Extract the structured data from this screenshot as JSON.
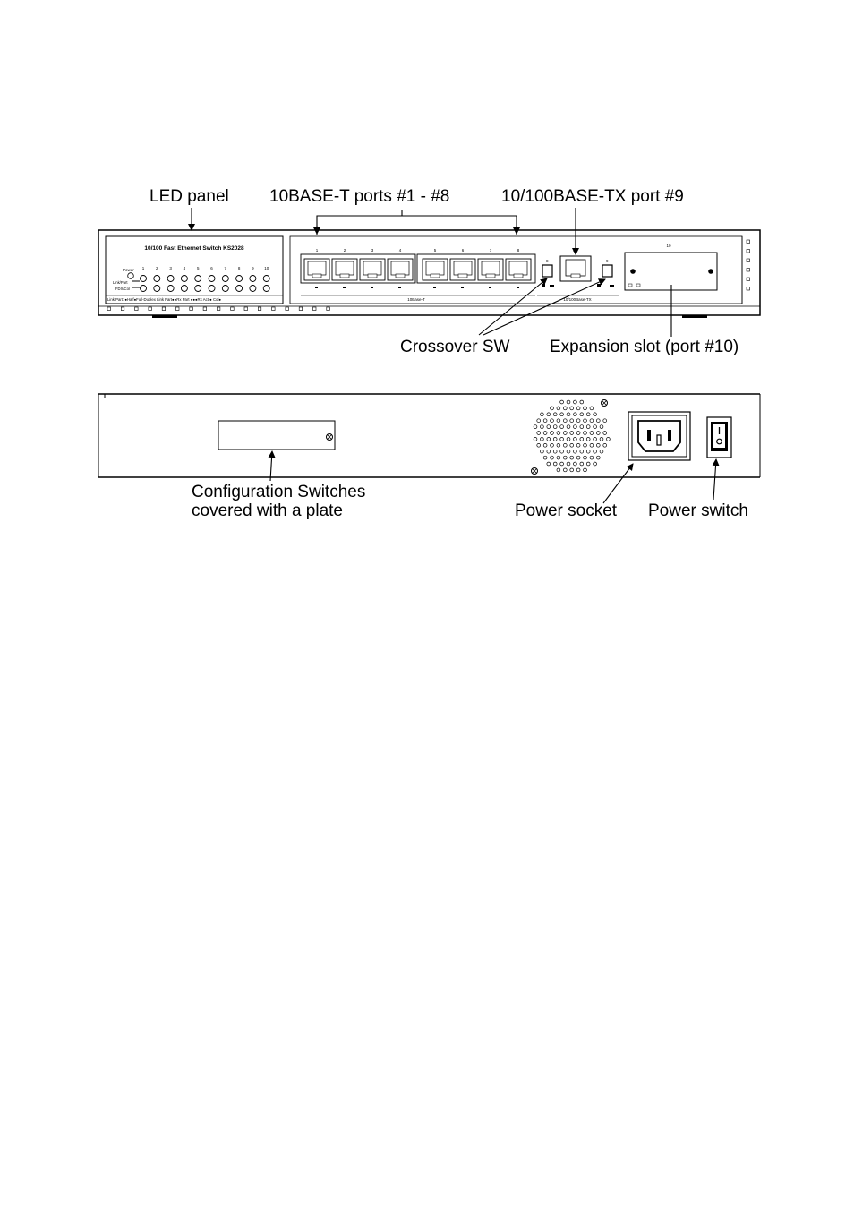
{
  "callouts": {
    "led_panel": "LED panel",
    "ports_1_8": "10BASE-T ports #1 - #8",
    "port_9": "10/100BASE-TX port #9",
    "crossover_sw": "Crossover SW",
    "expansion_slot": "Expansion slot (port #10)",
    "config_switches_line1": "Configuration Switches",
    "config_switches_line2": "covered with a plate",
    "power_socket": "Power socket",
    "power_switch": "Power switch"
  },
  "front_panel": {
    "model_title": "10/100 Fast Ethernet Switch KS2028",
    "led_power_label": "Power",
    "led_row1_label": "Link/Part",
    "led_row2_label": "FDX/Col",
    "led_numbers": [
      "1",
      "2",
      "3",
      "4",
      "5",
      "6",
      "7",
      "8",
      "9",
      "10"
    ],
    "legend_text": "Link/Part: ●Half●Full-Duplex  Link Part●●Rx  Part ●●●Rx  Act ● Col●",
    "port_numbers": [
      "1",
      "2",
      "3",
      "4",
      "5",
      "6",
      "7",
      "8"
    ],
    "group1_label": "10Base-T",
    "port9_number": "9",
    "group2_label": "10/100Base-TX",
    "port8_switch_label": "8",
    "port9_switch_label": "9",
    "slot_label": "10"
  }
}
